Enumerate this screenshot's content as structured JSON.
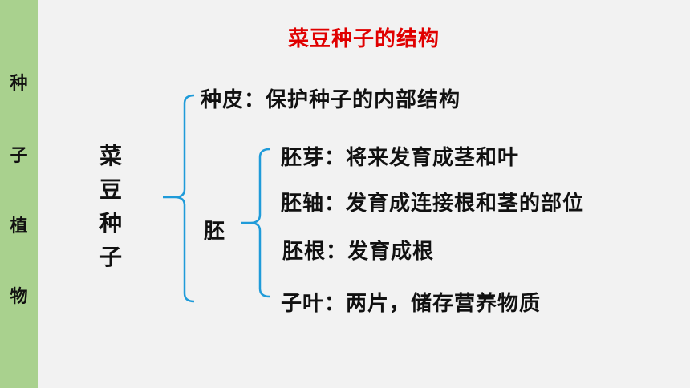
{
  "sidebar": {
    "chars": [
      "种",
      "子",
      "植",
      "物"
    ]
  },
  "title": "菜豆种子的结构",
  "root": [
    "菜",
    "豆",
    "种",
    "子"
  ],
  "branches": {
    "seed_coat": "种皮：保护种子的内部结构",
    "embryo_label": "胚",
    "embryo_parts": {
      "plumule": "胚芽：将来发育成茎和叶",
      "hypocotyl": "胚轴：发育成连接根和茎的部位",
      "radicle": "胚根：发育成根",
      "cotyledon": "子叶：两片，储存营养物质"
    }
  },
  "colors": {
    "sidebar_bg": "#a9d18e",
    "title": "#e00000",
    "bracket": "#1f9bd9",
    "background": "#f2f2f2"
  }
}
